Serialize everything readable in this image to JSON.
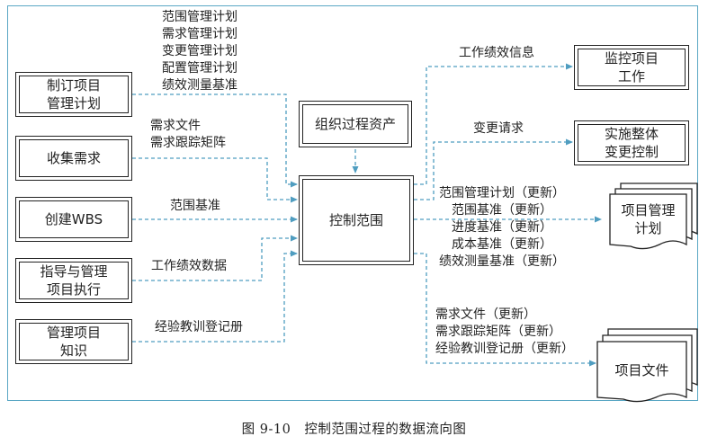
{
  "inputs": [
    {
      "id": "develop-pm-plan",
      "label": "制订项目\n管理计划"
    },
    {
      "id": "collect-requirements",
      "label": "收集需求"
    },
    {
      "id": "create-wbs",
      "label": "创建WBS"
    },
    {
      "id": "direct-manage-work",
      "label": "指导与管理\n项目执行"
    },
    {
      "id": "manage-knowledge",
      "label": "管理项目\n知识"
    }
  ],
  "center": {
    "label": "控制范围"
  },
  "org_assets": {
    "label": "组织过程资产"
  },
  "outputs": [
    {
      "id": "monitor-work",
      "label": "监控项目\n工作"
    },
    {
      "id": "integrated-change",
      "label": "实施整体\n变更控制"
    }
  ],
  "documents": [
    {
      "id": "pm-plan-doc",
      "label": "项目管理\n计划"
    },
    {
      "id": "project-docs",
      "label": "项目文件"
    }
  ],
  "flow_labels": {
    "pm_plan_items": "范围管理计划\n需求管理计划\n变更管理计划\n配置管理计划\n绩效测量基准",
    "requirements_items": "需求文件\n需求跟踪矩阵",
    "wbs_items": "范围基准",
    "work_perf_data": "工作绩效数据",
    "lessons": "经验教训登记册",
    "work_perf_info": "工作绩效信息",
    "change_requests": "变更请求",
    "plan_updates": "范围管理计划（更新）\n范围基准（更新）\n进度基准（更新）\n成本基准（更新）\n绩效测量基准（更新）",
    "doc_updates": "需求文件（更新）\n需求跟踪矩阵（更新）\n经验教训登记册（更新）"
  },
  "caption": "图 9-10　控制范围过程的数据流向图",
  "colors": {
    "arrow": "#4f9dc0",
    "frame": "#5aa7c4",
    "box_border": "#222222"
  }
}
